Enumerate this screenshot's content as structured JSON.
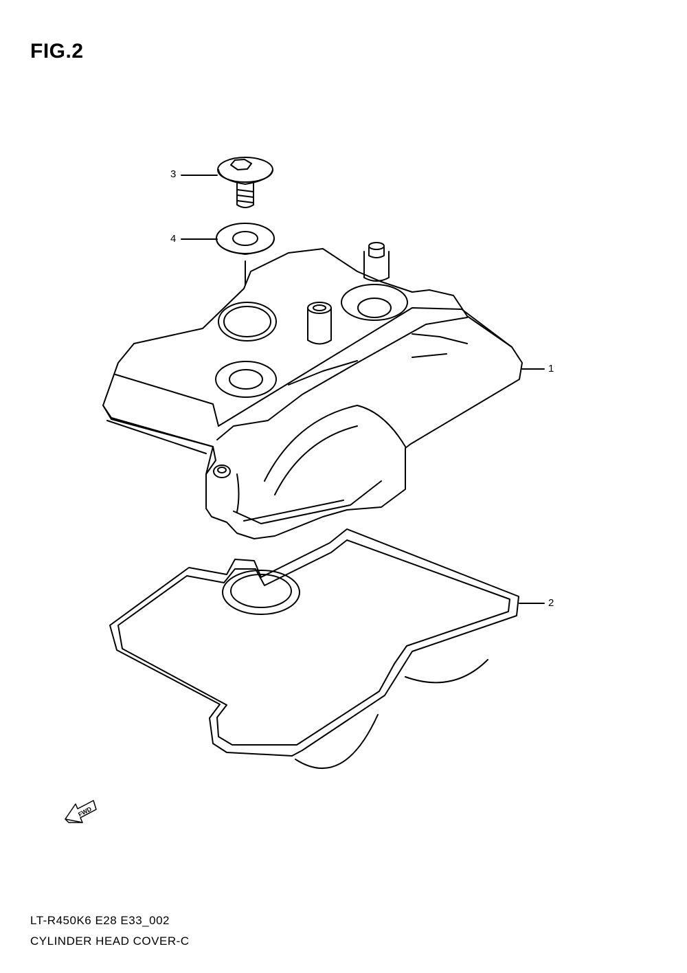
{
  "figure": {
    "title": "FIG.2"
  },
  "callouts": [
    {
      "id": "callout-1",
      "label": "1"
    },
    {
      "id": "callout-2",
      "label": "2"
    },
    {
      "id": "callout-3",
      "label": "3"
    },
    {
      "id": "callout-4",
      "label": "4"
    }
  ],
  "direction_marker": {
    "label": "FWD",
    "icon": "fwd-arrow-icon"
  },
  "footer": {
    "model_code": "LT-R450K6 E28 E33_002",
    "section_name": "CYLINDER HEAD COVER-C"
  },
  "colors": {
    "line": "#000000",
    "background": "#ffffff"
  }
}
